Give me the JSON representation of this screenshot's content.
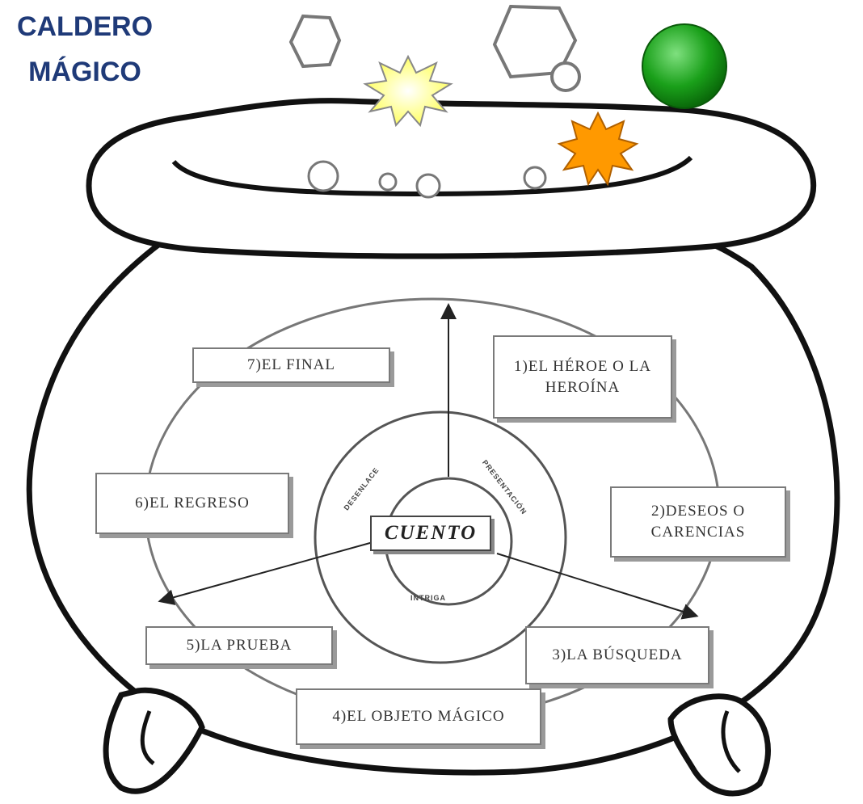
{
  "title": {
    "line1": "CALDERO",
    "line2": "MÁGICO"
  },
  "center": {
    "label": "CUENTO",
    "ring_labels": {
      "top_left": "DESENLACE",
      "top_right": "PRESENTACIÓN",
      "bottom": "INTRIGA"
    }
  },
  "stages": [
    {
      "id": "1",
      "text": "1)EL HÉROE O LA HEROÍNA"
    },
    {
      "id": "2",
      "text": "2)DESEOS O CARENCIAS"
    },
    {
      "id": "3",
      "text": "3)LA BÚSQUEDA"
    },
    {
      "id": "4",
      "text": "4)EL OBJETO MÁGICO"
    },
    {
      "id": "5",
      "text": "5)LA PRUEBA"
    },
    {
      "id": "6",
      "text": "6)EL REGRESO"
    },
    {
      "id": "7",
      "text": "7)EL FINAL"
    }
  ],
  "colors": {
    "title": "#1f3a78",
    "bubble_green": "#1aa01a",
    "star_yellow": "#ffff88",
    "star_orange": "#ff9900"
  }
}
